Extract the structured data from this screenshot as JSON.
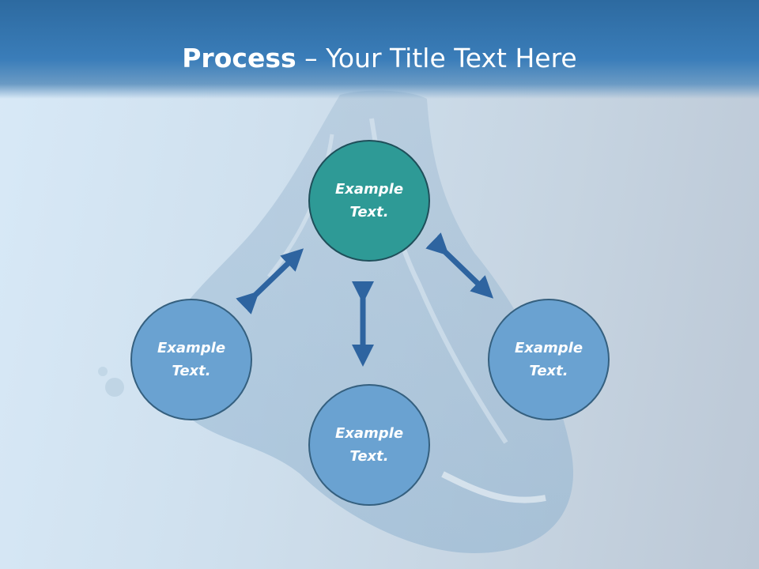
{
  "title": {
    "bold": "Process",
    "rest": " – Your Title Text Here"
  },
  "nodes": {
    "top": {
      "line1": "Example",
      "line2": "Text."
    },
    "left": {
      "line1": "Example",
      "line2": "Text."
    },
    "right": {
      "line1": "Example",
      "line2": "Text."
    },
    "bottom": {
      "line1": "Example",
      "line2": "Text."
    }
  },
  "colors": {
    "header": "#3a7db9",
    "top_node": "#2e9a96",
    "side_nodes": "#6aa2d1",
    "arrows": "#2e64a0"
  }
}
